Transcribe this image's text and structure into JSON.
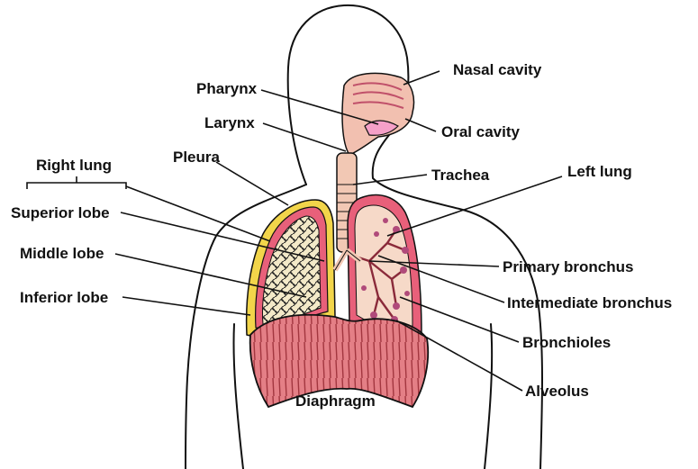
{
  "labels": {
    "nasal_cavity": "Nasal cavity",
    "pharynx": "Pharynx",
    "oral_cavity": "Oral cavity",
    "larynx": "Larynx",
    "pleura": "Pleura",
    "trachea": "Trachea",
    "left_lung": "Left lung",
    "right_lung": "Right lung",
    "superior_lobe": "Superior lobe",
    "middle_lobe": "Middle lobe",
    "inferior_lobe": "Inferior lobe",
    "primary_bronchus": "Primary bronchus",
    "intermediate_bronchus": "Intermediate bronchus",
    "bronchioles": "Bronchioles",
    "alveolus": "Alveolus",
    "diaphragm": "Diaphragm"
  },
  "colors": {
    "outline": "#111111",
    "pleura": "#f2d54a",
    "lung_pink": "#e8607a",
    "lung_light": "#f6d9c8",
    "airway": "#f2b8a8",
    "diaphragm": "#d9606a",
    "alveoli": "#b04a7a"
  }
}
